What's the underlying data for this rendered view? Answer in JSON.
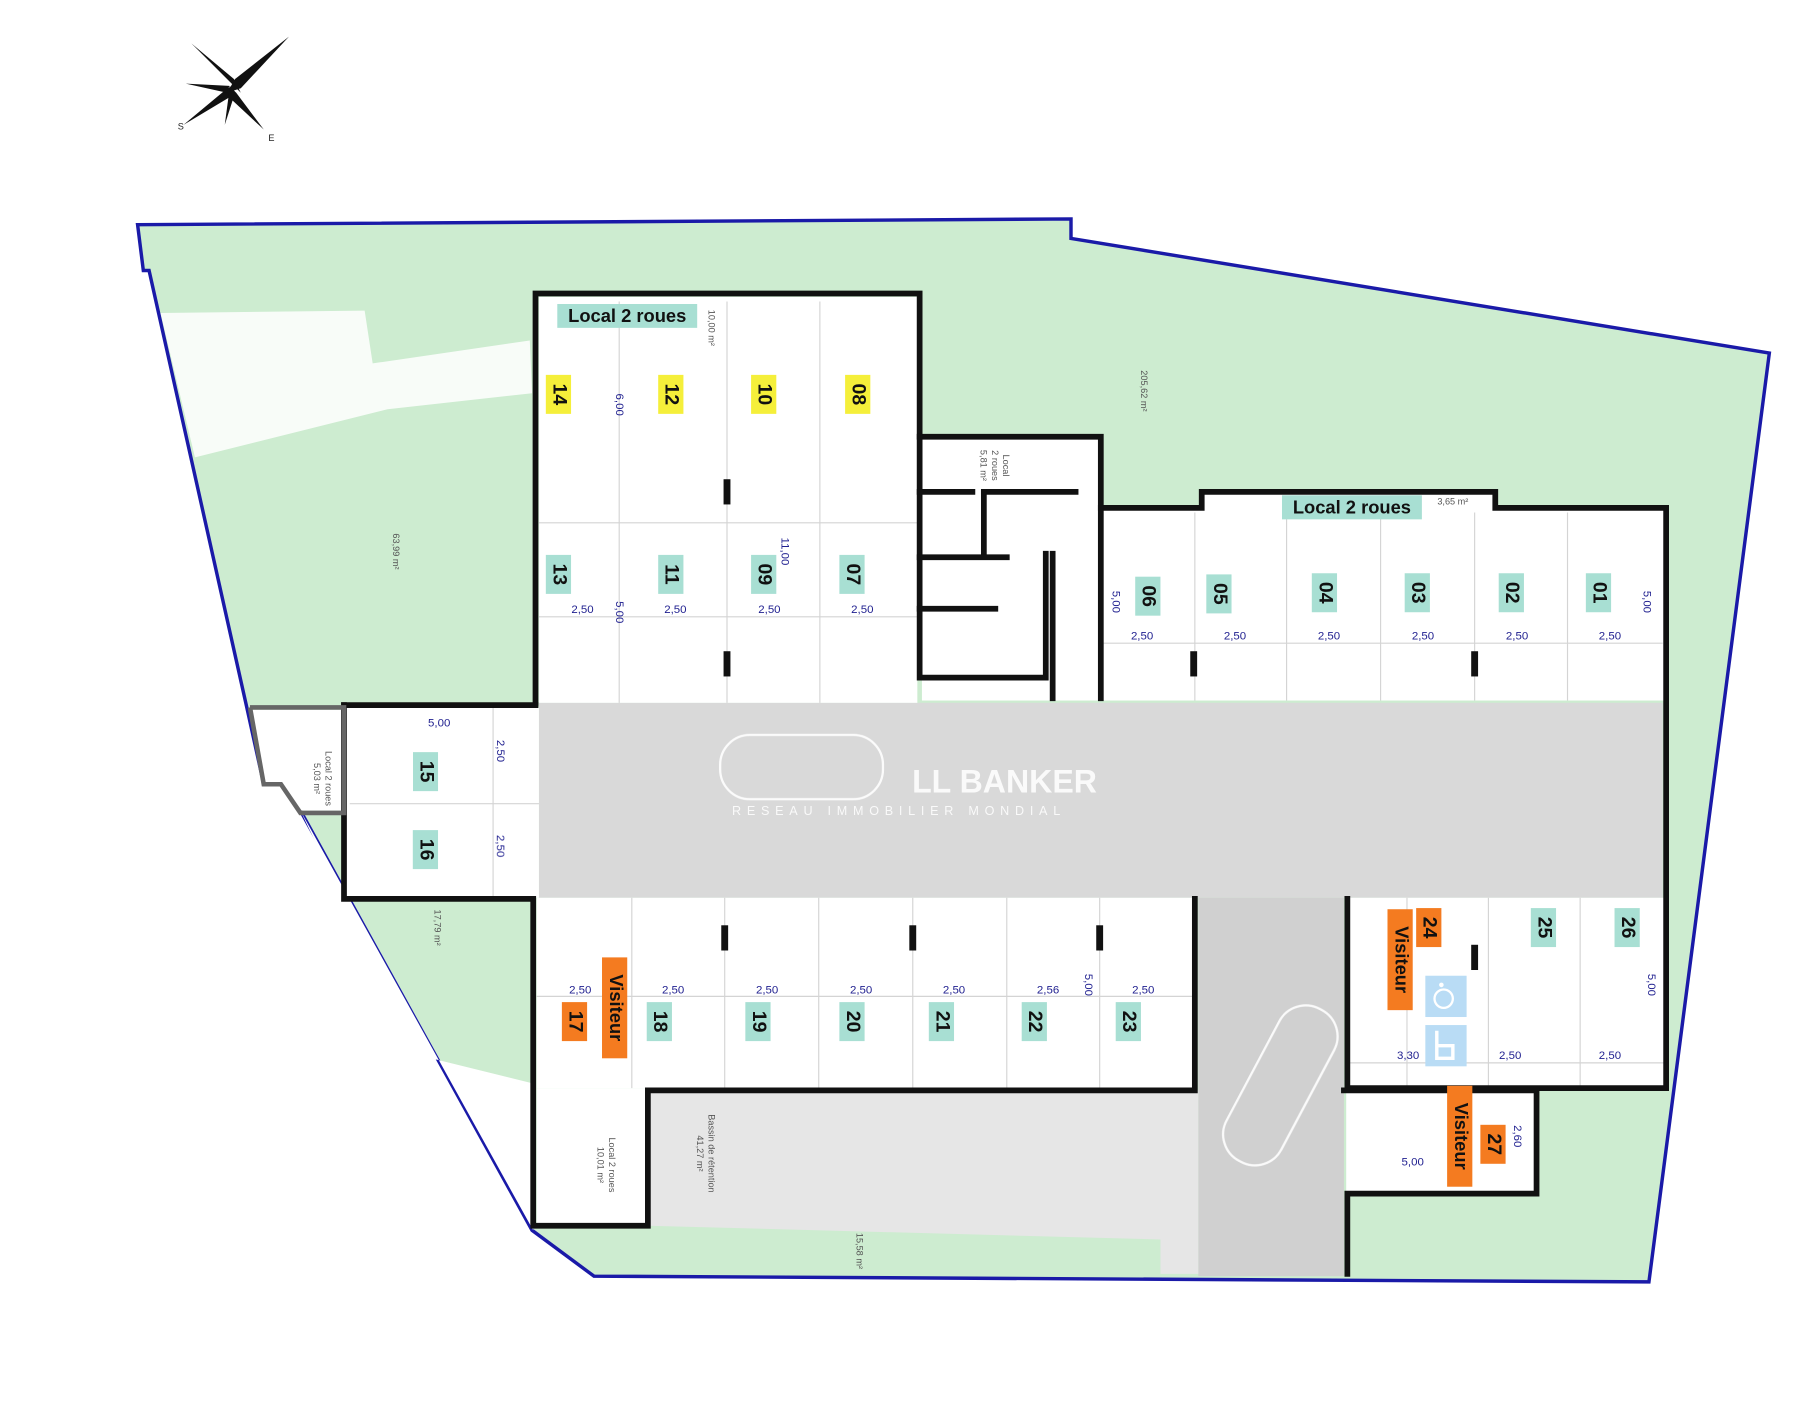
{
  "compass": {
    "south": "S",
    "east": "E"
  },
  "colors": {
    "garden": "#cdecd0",
    "boundary": "#1a1aa8",
    "wall": "#111111",
    "driveway": "#d9d9d9",
    "spot_private": "#a8dfd3",
    "spot_bike": "#f5ef3a",
    "spot_visitor": "#f47b20",
    "accessible": "#b9dcf5"
  },
  "labels": {
    "local_2_roues": "Local 2 roues",
    "visiteur": "Visiteur"
  },
  "spots": {
    "s01": "01",
    "s02": "02",
    "s03": "03",
    "s04": "04",
    "s05": "05",
    "s06": "06",
    "s07": "07",
    "s08": "08",
    "s09": "09",
    "s10": "10",
    "s11": "11",
    "s12": "12",
    "s13": "13",
    "s14": "14",
    "s15": "15",
    "s16": "16",
    "s17": "17",
    "s18": "18",
    "s19": "19",
    "s20": "20",
    "s21": "21",
    "s22": "22",
    "s23": "23",
    "s24": "24",
    "s25": "25",
    "s26": "26",
    "s27": "27"
  },
  "dimensions": [
    "6,00",
    "5,00",
    "11,00",
    "2,50",
    "2,50",
    "2,50",
    "2,50",
    "5,00",
    "5,00",
    "2,50",
    "2,50",
    "2,50",
    "2,50",
    "2,50",
    "2,50",
    "5,00",
    "2,50",
    "2,50",
    "2,50",
    "2,50",
    "2,50",
    "2,50",
    "2,50",
    "2,56",
    "5,00",
    "2,50",
    "3,30",
    "2,50",
    "2,50",
    "5,00",
    "2,60",
    "5,00"
  ],
  "areas": {
    "local_a": "10,00 m²",
    "local_b": [
      "Local",
      "2 roues",
      "5,81 m²"
    ],
    "garden_north": "205,62 m²",
    "garden_west": "63,99 m²",
    "local_c": "3,65 m²",
    "local_d": [
      "Local 2 roues",
      "5,03 m²"
    ],
    "garden_sw": "17,79 m²",
    "local_e": [
      "Local 2 roues",
      "10,01 m²"
    ],
    "bassin": [
      "Bassin de rétention",
      "41,27 m²"
    ],
    "garden_south": "15,58 m²"
  },
  "watermark": {
    "brand": "LL BANKER",
    "tagline": "RESEAU IMMOBILIER MONDIAL"
  }
}
